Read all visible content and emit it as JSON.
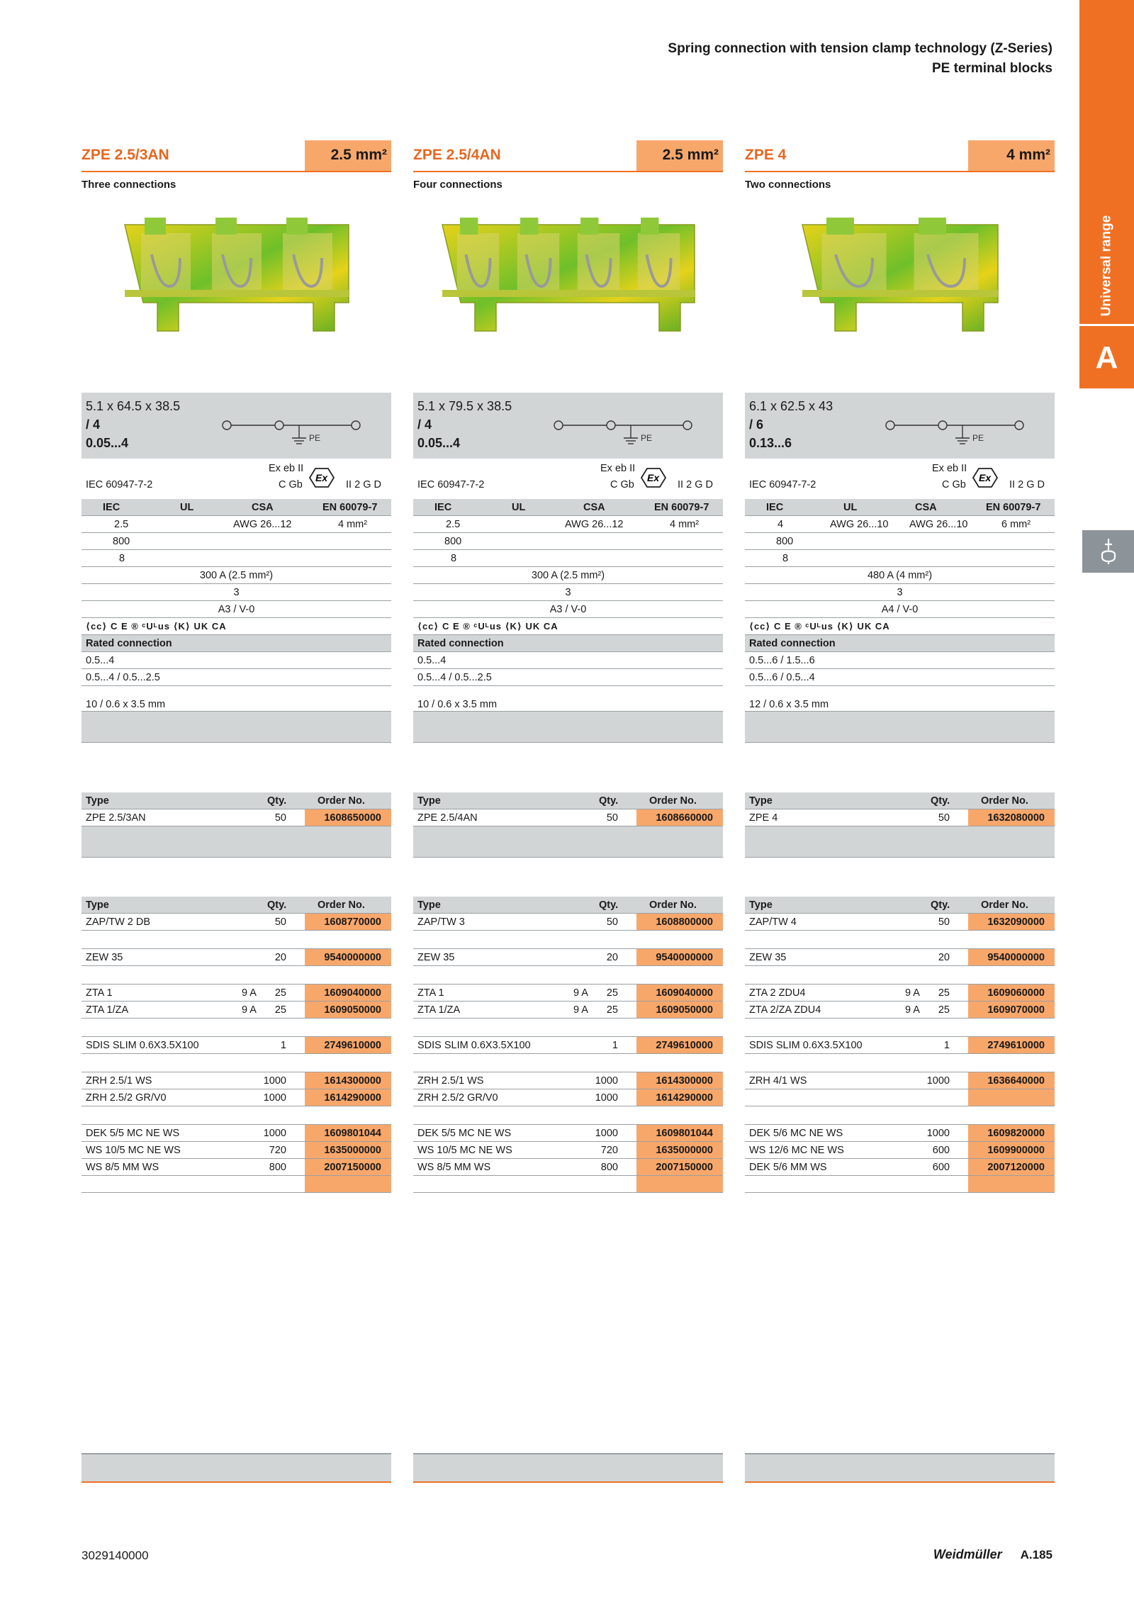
{
  "header": {
    "line1": "Spring connection with tension clamp technology (Z-Series)",
    "line2": "PE terminal blocks"
  },
  "sidebar": {
    "range_label": "Universal range",
    "letter": "A",
    "icon": "terminal-tool-icon"
  },
  "columns": [
    {
      "name": "ZPE 2.5/3AN",
      "size": "2.5 mm²",
      "subtitle": "Three connections",
      "dims": "5.1 x 64.5 x 38.5",
      "ways": " / 4",
      "range": "0.05...4",
      "pe_label": "PE",
      "ex_line1": "Ex eb II",
      "iec_std": "IEC 60947-7-2",
      "cgb": "C Gb",
      "ii2gd": "II 2 G D",
      "approval_head": [
        "IEC",
        "UL",
        "CSA",
        "EN 60079-7"
      ],
      "approval_row": [
        "2.5",
        "",
        "AWG 26...12",
        "4 mm²"
      ],
      "voltage": "800",
      "impulse": "8",
      "current": "300 A (2.5 mm²)",
      "pollution": "3",
      "flamm": "A3 / V-0",
      "cert_marks": "⟨cc⟩ C E ® ᶜUᴸus ⟨K⟩ UK CA",
      "rated_head": "Rated connection",
      "rated1": "0.5...4",
      "rated2": "0.5...4 / 0.5...2.5",
      "strip": "10 / 0.6 x 3.5 mm",
      "order_head": [
        "Type",
        "Qty.",
        "Order No."
      ],
      "order_rows": [
        {
          "type": "ZPE 2.5/3AN",
          "qty": "50",
          "no": "1608650000"
        }
      ],
      "acc_groups": [
        [
          {
            "type": "ZAP/TW 2 DB",
            "mid": "",
            "qty": "50",
            "no": "1608770000"
          }
        ],
        [
          {
            "type": "ZEW 35",
            "mid": "",
            "qty": "20",
            "no": "9540000000"
          }
        ],
        [
          {
            "type": "ZTA 1",
            "mid": "9 A",
            "qty": "25",
            "no": "1609040000"
          },
          {
            "type": "ZTA 1/ZA",
            "mid": "9 A",
            "qty": "25",
            "no": "1609050000"
          }
        ],
        [
          {
            "type": "SDIS SLIM 0.6X3.5X100",
            "mid": "",
            "qty": "1",
            "no": "2749610000"
          }
        ],
        [
          {
            "type": "ZRH 2.5/1 WS",
            "mid": "",
            "qty": "1000",
            "no": "1614300000"
          },
          {
            "type": "ZRH 2.5/2 GR/V0",
            "mid": "",
            "qty": "1000",
            "no": "1614290000"
          }
        ],
        [
          {
            "type": "DEK 5/5 MC NE WS",
            "mid": "",
            "qty": "1000",
            "no": "1609801044"
          },
          {
            "type": "WS 10/5 MC NE WS",
            "mid": "",
            "qty": "720",
            "no": "1635000000"
          },
          {
            "type": "WS 8/5 MM WS",
            "mid": "",
            "qty": "800",
            "no": "2007150000"
          },
          {
            "type": "",
            "mid": "",
            "qty": "",
            "no": ""
          }
        ]
      ]
    },
    {
      "name": "ZPE 2.5/4AN",
      "size": "2.5 mm²",
      "subtitle": "Four connections",
      "dims": "5.1 x 79.5 x 38.5",
      "ways": " / 4",
      "range": "0.05...4",
      "pe_label": "PE",
      "ex_line1": "Ex eb II",
      "iec_std": "IEC 60947-7-2",
      "cgb": "C Gb",
      "ii2gd": "II 2 G D",
      "approval_head": [
        "IEC",
        "UL",
        "CSA",
        "EN 60079-7"
      ],
      "approval_row": [
        "2.5",
        "",
        "AWG 26...12",
        "4 mm²"
      ],
      "voltage": "800",
      "impulse": "8",
      "current": "300 A (2.5 mm²)",
      "pollution": "3",
      "flamm": "A3 / V-0",
      "cert_marks": "⟨cc⟩ C E ® ᶜUᴸus ⟨K⟩ UK CA",
      "rated_head": "Rated connection",
      "rated1": "0.5...4",
      "rated2": "0.5...4 / 0.5...2.5",
      "strip": "10 / 0.6 x 3.5 mm",
      "order_head": [
        "Type",
        "Qty.",
        "Order No."
      ],
      "order_rows": [
        {
          "type": "ZPE 2.5/4AN",
          "qty": "50",
          "no": "1608660000"
        }
      ],
      "acc_groups": [
        [
          {
            "type": "ZAP/TW 3",
            "mid": "",
            "qty": "50",
            "no": "1608800000"
          }
        ],
        [
          {
            "type": "ZEW 35",
            "mid": "",
            "qty": "20",
            "no": "9540000000"
          }
        ],
        [
          {
            "type": "ZTA 1",
            "mid": "9 A",
            "qty": "25",
            "no": "1609040000"
          },
          {
            "type": "ZTA 1/ZA",
            "mid": "9 A",
            "qty": "25",
            "no": "1609050000"
          }
        ],
        [
          {
            "type": "SDIS SLIM 0.6X3.5X100",
            "mid": "",
            "qty": "1",
            "no": "2749610000"
          }
        ],
        [
          {
            "type": "ZRH 2.5/1 WS",
            "mid": "",
            "qty": "1000",
            "no": "1614300000"
          },
          {
            "type": "ZRH 2.5/2 GR/V0",
            "mid": "",
            "qty": "1000",
            "no": "1614290000"
          }
        ],
        [
          {
            "type": "DEK 5/5 MC NE WS",
            "mid": "",
            "qty": "1000",
            "no": "1609801044"
          },
          {
            "type": "WS 10/5 MC NE WS",
            "mid": "",
            "qty": "720",
            "no": "1635000000"
          },
          {
            "type": "WS 8/5 MM WS",
            "mid": "",
            "qty": "800",
            "no": "2007150000"
          },
          {
            "type": "",
            "mid": "",
            "qty": "",
            "no": ""
          }
        ]
      ]
    },
    {
      "name": "ZPE 4",
      "size": "4 mm²",
      "subtitle": "Two connections",
      "dims": "6.1 x 62.5 x 43",
      "ways": " / 6",
      "range": "0.13...6",
      "pe_label": "PE",
      "ex_line1": "Ex eb II",
      "iec_std": "IEC 60947-7-2",
      "cgb": "C Gb",
      "ii2gd": "II 2 G D",
      "approval_head": [
        "IEC",
        "UL",
        "CSA",
        "EN 60079-7"
      ],
      "approval_row": [
        "4",
        "AWG 26...10",
        "AWG 26...10",
        "6 mm²"
      ],
      "voltage": "800",
      "impulse": "8",
      "current": "480 A (4 mm²)",
      "pollution": "3",
      "flamm": "A4 / V-0",
      "cert_marks": "⟨cc⟩ C E ® ᶜUᴸus ⟨K⟩ UK CA",
      "rated_head": "Rated connection",
      "rated1": "0.5...6 / 1.5...6",
      "rated2": "0.5...6 / 0.5...4",
      "strip": "12 / 0.6 x 3.5 mm",
      "order_head": [
        "Type",
        "Qty.",
        "Order No."
      ],
      "order_rows": [
        {
          "type": "ZPE 4",
          "qty": "50",
          "no": "1632080000"
        }
      ],
      "acc_groups": [
        [
          {
            "type": "ZAP/TW 4",
            "mid": "",
            "qty": "50",
            "no": "1632090000"
          }
        ],
        [
          {
            "type": "ZEW 35",
            "mid": "",
            "qty": "20",
            "no": "9540000000"
          }
        ],
        [
          {
            "type": "ZTA 2    ZDU4",
            "mid": "9 A",
            "qty": "25",
            "no": "1609060000"
          },
          {
            "type": "ZTA 2/ZA ZDU4",
            "mid": "9 A",
            "qty": "25",
            "no": "1609070000"
          }
        ],
        [
          {
            "type": "SDIS SLIM 0.6X3.5X100",
            "mid": "",
            "qty": "1",
            "no": "2749610000"
          }
        ],
        [
          {
            "type": "ZRH 4/1 WS",
            "mid": "",
            "qty": "1000",
            "no": "1636640000"
          },
          {
            "type": "",
            "mid": "",
            "qty": "",
            "no": ""
          }
        ],
        [
          {
            "type": "DEK 5/6 MC NE WS",
            "mid": "",
            "qty": "1000",
            "no": "1609820000"
          },
          {
            "type": "WS 12/6 MC NE WS",
            "mid": "",
            "qty": "600",
            "no": "1609900000"
          },
          {
            "type": "DEK 5/6 MM WS",
            "mid": "",
            "qty": "600",
            "no": "2007120000"
          },
          {
            "type": "",
            "mid": "",
            "qty": "",
            "no": ""
          }
        ]
      ]
    }
  ],
  "footer": {
    "doc_no": "3029140000",
    "brand": "Weidmüller",
    "page": "A.185"
  },
  "colors": {
    "orange": "#f07023",
    "light_orange": "#f8a76b",
    "grey": "#d2d5d6",
    "terminal_green": "#6fbf2a",
    "terminal_yellow": "#e6d21a"
  }
}
